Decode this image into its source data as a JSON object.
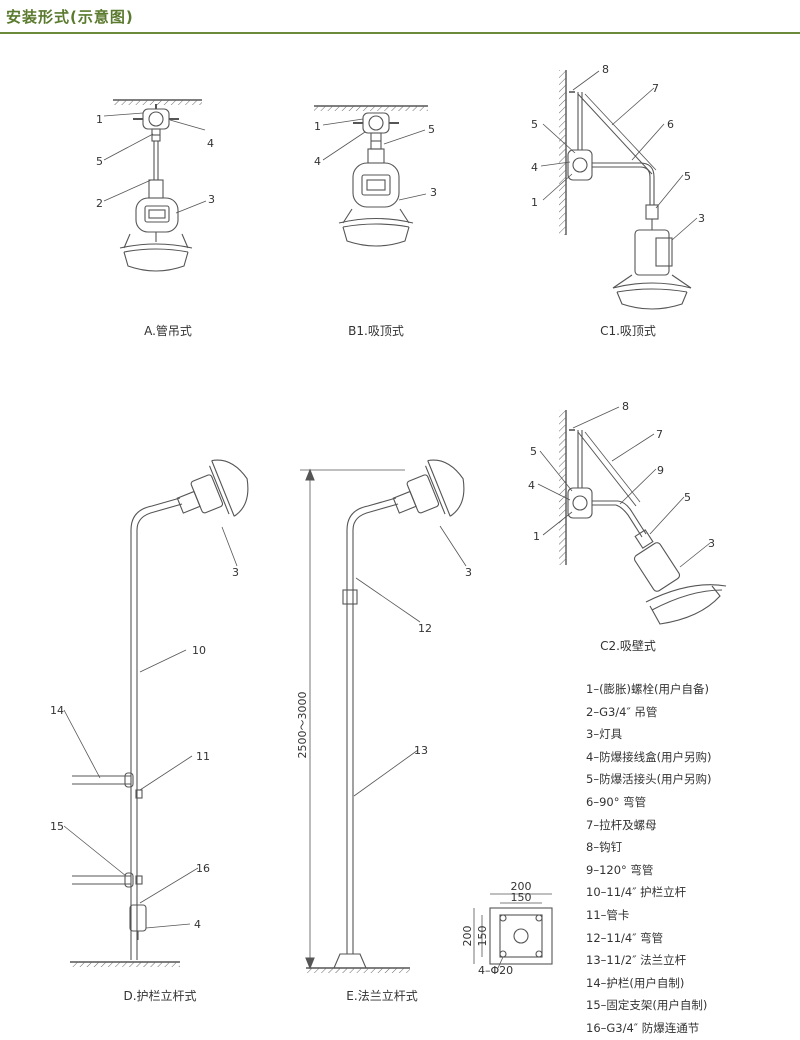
{
  "header": {
    "title": "安装形式(示意图)",
    "accent_color": "#5a7a2e"
  },
  "figures": {
    "a": {
      "caption": "A.管吊式",
      "labels": [
        "1",
        "4",
        "5",
        "2",
        "3"
      ]
    },
    "b1": {
      "caption": "B1.吸顶式",
      "labels": [
        "1",
        "5",
        "4",
        "3"
      ]
    },
    "c1": {
      "caption": "C1.吸顶式",
      "labels": [
        "8",
        "7",
        "5",
        "6",
        "4",
        "1",
        "5",
        "3"
      ]
    },
    "c2": {
      "caption": "C2.吸壁式",
      "labels": [
        "8",
        "7",
        "5",
        "9",
        "4",
        "1",
        "5",
        "3"
      ]
    },
    "d": {
      "caption": "D.护栏立杆式",
      "labels": [
        "3",
        "10",
        "14",
        "11",
        "15",
        "16",
        "4"
      ]
    },
    "e": {
      "caption": "E.法兰立杆式",
      "labels": [
        "3",
        "12",
        "13"
      ],
      "height_dim": "2500～3000"
    },
    "flange": {
      "dim_outer": "200",
      "dim_inner": "150",
      "dim_side_outer": "200",
      "dim_side_inner": "150",
      "holes": "4–Φ20"
    }
  },
  "legend": [
    "1–(膨胀)螺栓(用户自备)",
    "2–G3/4″ 吊管",
    "3–灯具",
    "4–防爆接线盒(用户另购)",
    "5–防爆活接头(用户另购)",
    "6–90° 弯管",
    "7–拉杆及螺母",
    "8–钩钉",
    "9–120° 弯管",
    "10–11/4″ 护栏立杆",
    "11–管卡",
    "12–11/4″ 弯管",
    "13–11/2″ 法兰立杆",
    "14–护栏(用户自制)",
    "15–固定支架(用户自制)",
    "16–G3/4″ 防爆连通节"
  ]
}
